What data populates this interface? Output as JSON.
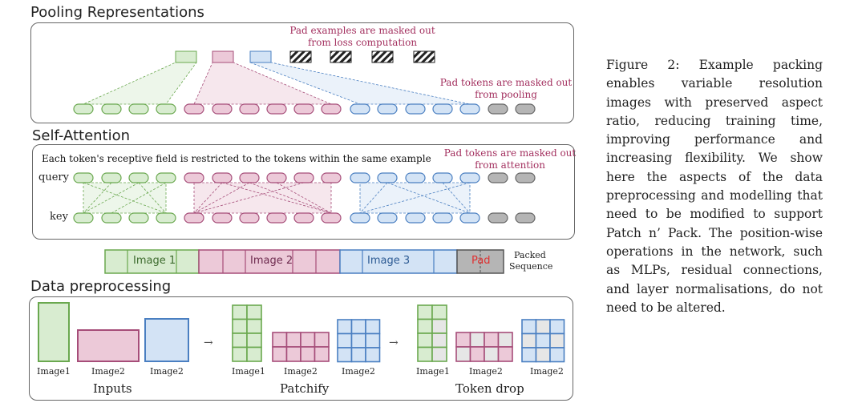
{
  "sections": {
    "pooling": "Pooling Representations",
    "attention": "Self-Attention",
    "preprocessing": "Data preprocessing"
  },
  "pooling": {
    "pad_examples_note_line1": "Pad examples are masked out",
    "pad_examples_note_line2": "from loss computation",
    "pad_tokens_note_line1": "Pad tokens are masked out",
    "pad_tokens_note_line2": "from pooling"
  },
  "attention": {
    "receptive_note": "Each token's receptive field is restricted to the tokens within the same example",
    "pad_tokens_note_line1": "Pad tokens are masked out",
    "pad_tokens_note_line2": "from attention",
    "query_label": "query",
    "key_label": "key"
  },
  "packed": {
    "segments": [
      "Image 1",
      "Image 2",
      "Image 3",
      "Pad"
    ],
    "label_line1": "Packed",
    "label_line2": "Sequence"
  },
  "preprocessing": {
    "inputs_labels": [
      "Image1",
      "Image2",
      "Image2"
    ],
    "patchify_labels": [
      "Image1",
      "Image2",
      "Image2"
    ],
    "tokendrop_labels": [
      "Image1",
      "Image2",
      "Image2"
    ],
    "group_labels": [
      "Inputs",
      "Patchify",
      "Token drop"
    ],
    "arrow": "→"
  },
  "caption": "Figure 2: Example packing enables variable resolution images with preserved aspect ratio, reducing training time, improving performance and increasing flexibility. We show here the aspects of the data preprocessing and modelling that need to be modified to support Patch n’ Pack. The position-wise operations in the network, such as MLPs, residual connections, and layer normalisations, do not need to be altered.",
  "colors": {
    "green_fill": "#d8ecd0",
    "green_stroke": "#6aa84f",
    "pink_fill": "#ecc9d8",
    "pink_stroke": "#a64d79",
    "blue_fill": "#d3e3f5",
    "blue_stroke": "#4a7fc1",
    "gray_fill": "#b5b5b5",
    "gray_stroke": "#666666",
    "note_red": "#a3305f",
    "pad_red": "#e03030"
  }
}
